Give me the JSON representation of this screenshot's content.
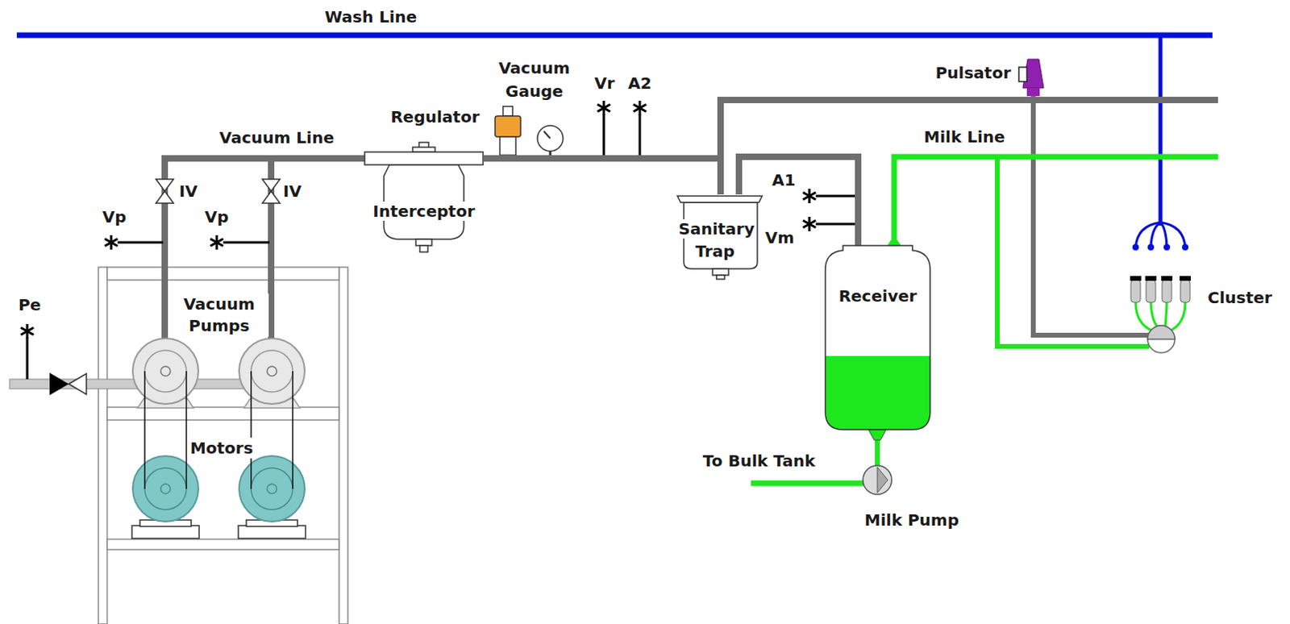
{
  "diagram": {
    "nodes": [
      {
        "text": [
          "Interceptor"
        ]
      },
      {
        "text": [
          "Sanitary Trap"
        ]
      },
      {
        "text": [
          "Receiver"
        ]
      }
    ],
    "edges": [
      {
        "from": 0,
        "to": 1,
        "arrow": "none"
      },
      {
        "from": 1,
        "to": 2,
        "arrow": "none"
      }
    ],
    "labels": [
      "Wash Line",
      "Vacuum Gauge",
      "Vr",
      "A2",
      "Pulsator",
      "Regulator",
      "Vacuum Line",
      "Milk Line",
      "IV",
      "IV",
      "A1",
      "Vp",
      "Vp",
      "Vm",
      "Cluster",
      "Pe",
      "Vacuum Pumps",
      "Motors",
      "To Bulk Tank",
      "Milk Pump"
    ]
  }
}
